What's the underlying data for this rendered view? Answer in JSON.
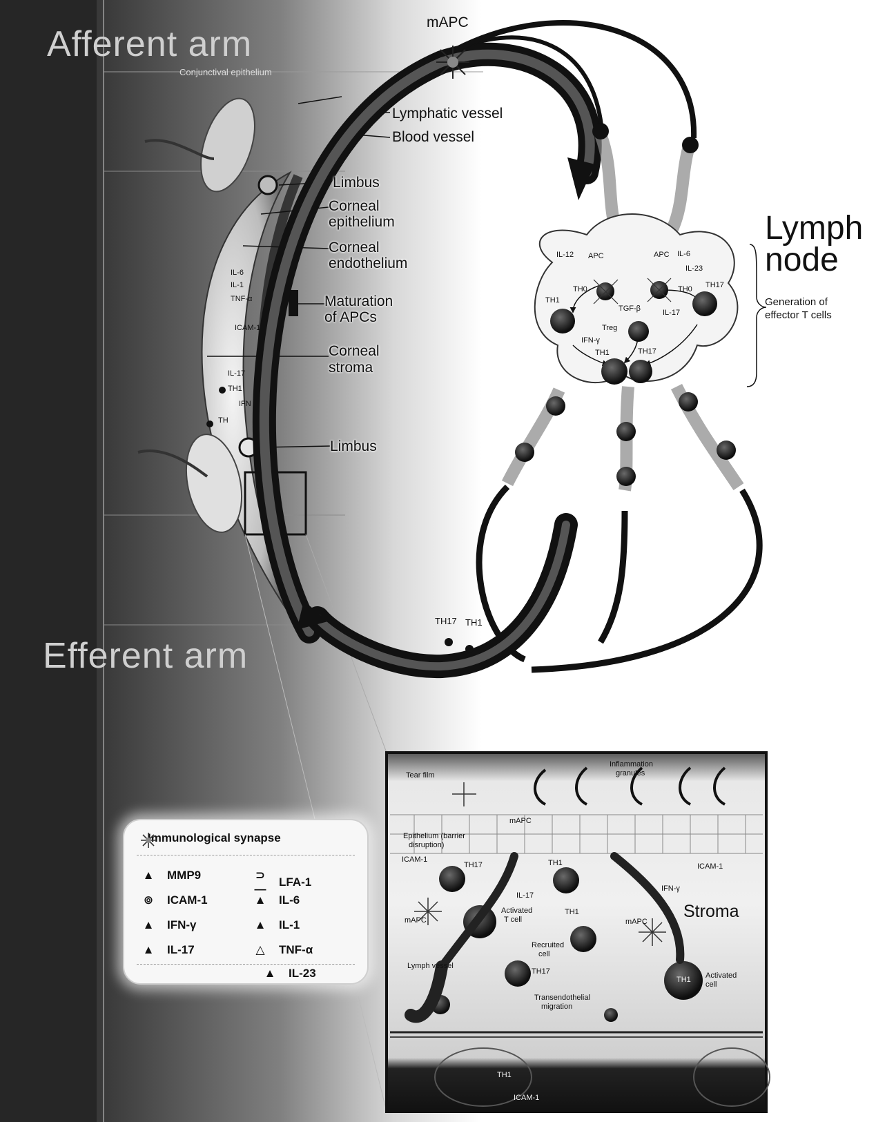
{
  "figure": {
    "afferent_arm": "Afferent arm",
    "efferent_arm": "Efferent arm",
    "mapc_top": "mAPC",
    "conjunctival_epithelium": "Conjunctival epithelium",
    "lymphatic_vessel": "Lymphatic vessel",
    "blood_vessel": "Blood vessel",
    "limbus_top": "Limbus",
    "corneal_epithelium": [
      "Corneal",
      "epithelium"
    ],
    "corneal_endothelium": [
      "Corneal",
      "endothelium"
    ],
    "maturation": [
      "Maturation",
      "of APCs"
    ],
    "corneal_stroma": [
      "Corneal",
      "stroma"
    ],
    "limbus_bottom": "Limbus",
    "eye_labels": {
      "il6": "IL-6",
      "il1": "IL-1",
      "tnf": "TNF-α",
      "icam1": "ICAM-1",
      "il17": "IL-17",
      "th1": "TH1",
      "ifn": "IFN",
      "th": "TH"
    },
    "vessel_labels": {
      "th17": "TH17",
      "th1": "TH1"
    }
  },
  "lymph_node": {
    "title": [
      "Lymph",
      "node"
    ],
    "subtitle": [
      "Generation of",
      "effector T cells"
    ],
    "labels": {
      "il12": "IL-12",
      "apc_left": "APC",
      "apc_right": "APC",
      "il6": "IL-6",
      "il23": "IL-23",
      "th0_left": "TH0",
      "th0_right": "TH0",
      "th1": "TH1",
      "th17_right": "TH17",
      "tgfb": "TGF-β",
      "il17": "IL-17",
      "treg": "Treg",
      "ifng": "IFN-γ",
      "th1_bottom": "TH1",
      "th17_bottom": "TH17"
    }
  },
  "inset": {
    "tear_film": "Tear film",
    "inflammation_granules": [
      "Inflammation",
      "granules"
    ],
    "mapc_top": "mAPC",
    "epithelium_barrier": [
      "Epithelium (barrier",
      "disruption)"
    ],
    "icam_left": "ICAM-1",
    "th17_top": "TH17",
    "th1_top": "TH1",
    "icam_right": "ICAM-1",
    "il17": "IL-17",
    "ifng": "IFN-γ",
    "stroma": "Stroma",
    "mapc_left": "mAPC",
    "activated_t_cell": [
      "Activated",
      "T cell"
    ],
    "th1_mid": "TH1",
    "mapc_right": "mAPC",
    "recruited_cell": [
      "Recruited",
      "cell"
    ],
    "th17_lower": "TH17",
    "lymph_vessel": "Lymph vessel",
    "transendothelial": [
      "Transendothelial",
      "migration"
    ],
    "th1_activated": "TH1",
    "activated_cell": [
      "Activated",
      "cell"
    ],
    "th1_vessel": "TH1",
    "icam_vessel": "ICAM-1"
  },
  "legend": {
    "synapse": "Immunological synapse",
    "items": [
      {
        "symbol": "▲",
        "label": "MMP9"
      },
      {
        "symbol": "⊃—",
        "label": "LFA-1"
      },
      {
        "symbol": "⊚",
        "label": "ICAM-1"
      },
      {
        "symbol": "▲",
        "label": "IL-6"
      },
      {
        "symbol": "▲",
        "label": "IFN-γ"
      },
      {
        "symbol": "▲",
        "label": "IL-1"
      },
      {
        "symbol": "▲",
        "label": "IL-17"
      },
      {
        "symbol": "△",
        "label": "TNF-α"
      },
      {
        "symbol": "▲",
        "label": "IL-23"
      }
    ]
  },
  "colors": {
    "background_dark": "#2a2a2a",
    "cell": "#111111",
    "vessel": "#1a1a1a"
  }
}
